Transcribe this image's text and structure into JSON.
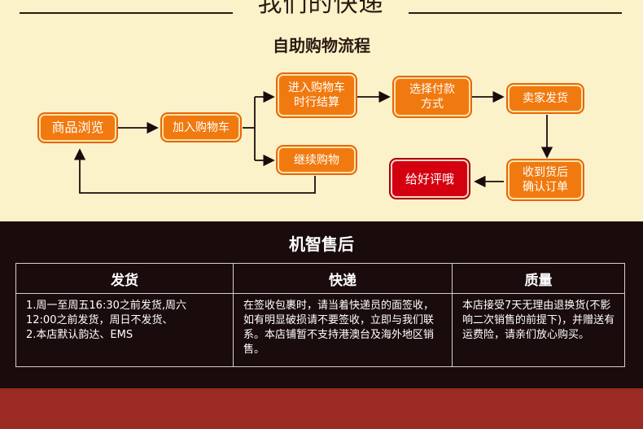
{
  "header": {
    "main_title": "我们的快递",
    "flow_title": "自助购物流程"
  },
  "flow": {
    "browse": "商品浏览",
    "add_cart": "加入购物车",
    "checkout_line1": "进入购物车",
    "checkout_line2": "时行结算",
    "pay_line1": "选择付款",
    "pay_line2": "方式",
    "ship": "卖家发货",
    "continue": "继续购物",
    "receive_line1": "收到货后",
    "receive_line2": "确认订单",
    "review": "给好评哦"
  },
  "aftersale": {
    "title": "机智售后",
    "columns": [
      "发货",
      "快递",
      "质量"
    ],
    "shipping_text": "1.周一至周五16:30之前发货,周六\n   12:00之前发货，周日不发货、\n2.本店默认韵达、EMS",
    "express_text": "在签收包裹时，请当着快递员的面签收，如有明显破损请不要签收，立即与我们联系。本店铺暂不支持港澳台及海外地区销售。",
    "quality_text": "本店接受7天无理由退换货(不影响二次销售的前提下)，并赠送有运费险，请亲们放心购买。"
  },
  "colors": {
    "top_bg": "#fbf2c9",
    "box_orange": "#f07a10",
    "box_red": "#d4000f",
    "dark_bg": "#1a0b0d",
    "footer": "#9b2a23"
  }
}
